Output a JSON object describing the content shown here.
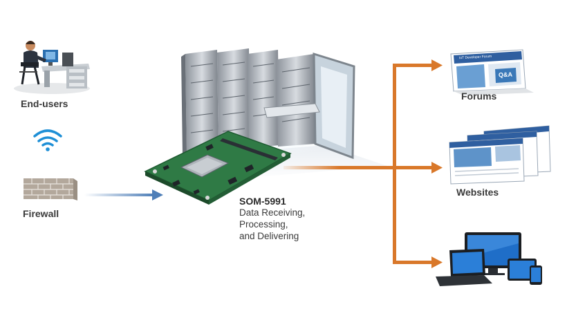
{
  "nodes": {
    "end_users": "End-users",
    "firewall": "Firewall",
    "forums": "Forums",
    "websites": "Websites"
  },
  "product": {
    "name": "SOM-5991",
    "description_lines": [
      "Data Receiving,",
      "Processing,",
      "and Delivering"
    ]
  },
  "forum_page": {
    "heading": "IoT Developer Forum",
    "badge": "Q&A"
  },
  "colors": {
    "flow_orange": "#d9782a",
    "firewall_arrow": "#4f7fb8",
    "wifi": "#1e8fd6",
    "pcb_green": "#2f7a45"
  },
  "icons": [
    "user-at-desk-icon",
    "wifi-icon",
    "brick-wall-icon",
    "server-rack-icon",
    "board-icon",
    "laptop-icon",
    "monitor-icon",
    "tablet-icon",
    "phone-icon"
  ]
}
